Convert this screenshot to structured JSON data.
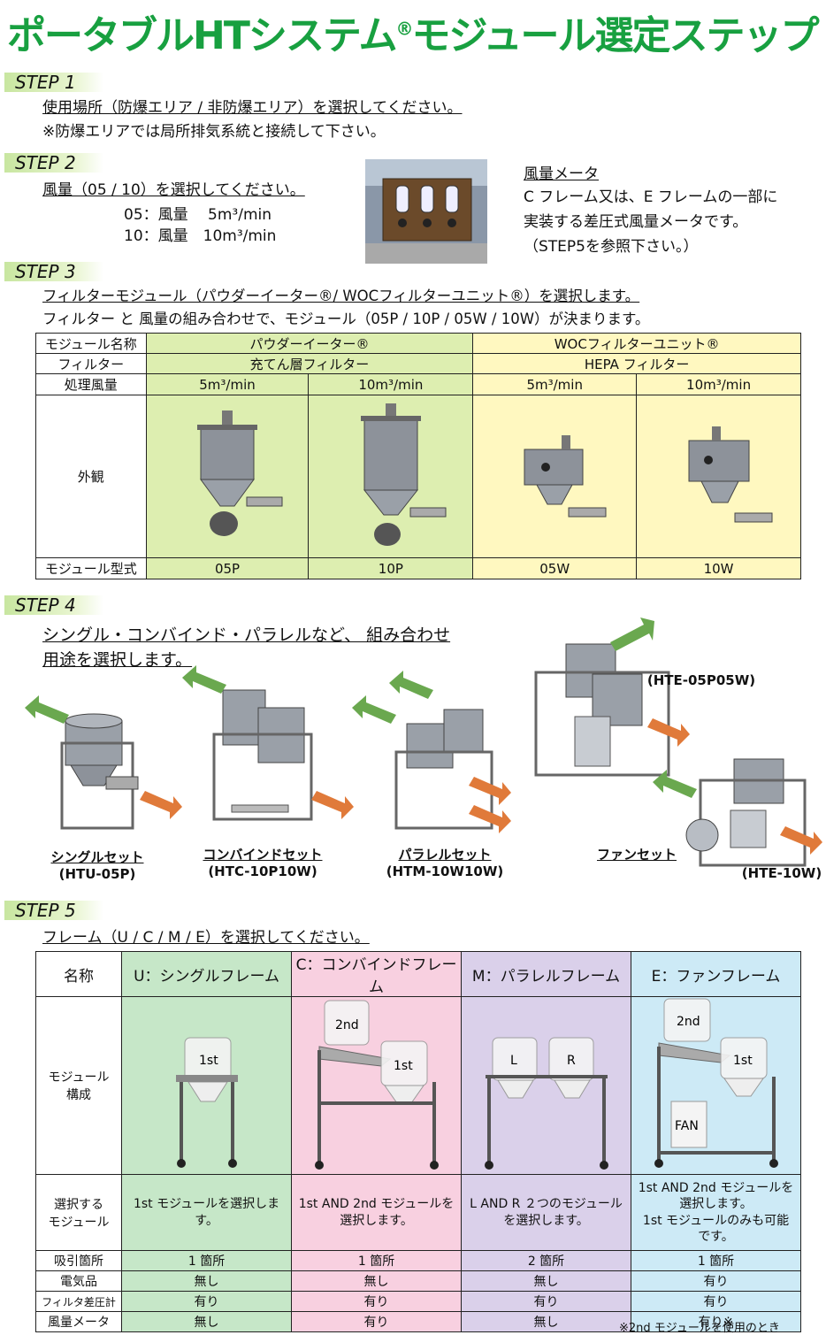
{
  "title": "ポータブルHTシステム",
  "title_reg": "®",
  "title_rest": "モジュール選定ステップ",
  "step1": {
    "label": "STEP 1",
    "line1": "使用場所（防爆エリア / 非防爆エリア）を選択してください。",
    "line2": "※防爆エリアでは局所排気系統と接続して下さい。"
  },
  "step2": {
    "label": "STEP 2",
    "line1": "風量（05 / 10）を選択してください。",
    "opt1": "05：風量　 5m³/min",
    "opt2": "10：風量　10m³/min",
    "meter_title": "風量メータ",
    "meter_l1": "C フレーム又は、E フレームの一部に",
    "meter_l2": "実装する差圧式風量メータです。",
    "meter_l3": "（STEP5を参照下さい。）"
  },
  "step3": {
    "label": "STEP 3",
    "line1": "フィルターモジュール（パウダーイーター®/ WOCフィルターユニット®）を選択します。",
    "line2": "フィルター と 風量の組み合わせで、モジュール（05P / 10P /  05W / 10W）が決まります。",
    "row_labels": [
      "モジュール名称",
      "フィルター",
      "処理風量",
      "外観",
      "モジュール型式"
    ],
    "pe_name": "パウダーイーター®",
    "woc_name": "WOCフィルターユニット®",
    "pe_filter": "充てん層フィルター",
    "woc_filter": "HEPA フィルター",
    "flows": [
      "5m³/min",
      "10m³/min",
      "5m³/min",
      "10m³/min"
    ],
    "models": [
      "05P",
      "10P",
      "05W",
      "10W"
    ]
  },
  "step4": {
    "label": "STEP 4",
    "line1": "シングル・コンバインド・パラレルなど、 組み合わせ",
    "line2": "用途を選択します。",
    "sets": [
      {
        "name": "シングルセット",
        "code": "(HTU-05P)"
      },
      {
        "name": "コンバインドセット",
        "code": "(HTC-10P10W)"
      },
      {
        "name": "パラレルセット",
        "code": "(HTM-10W10W)"
      },
      {
        "name": "ファンセット",
        "code": ""
      }
    ],
    "fan_code_top": "(HTE-05P05W)",
    "fan_code_bottom": "(HTE-10W)"
  },
  "step5": {
    "label": "STEP 5",
    "line1": "フレーム（U / C / M / E）を選択してください。",
    "header": [
      "名称",
      "U：シングルフレーム",
      "C：コンバインドフレーム",
      "M：パラレルフレーム",
      "E：ファンフレーム"
    ],
    "row_module": "モジュール\n構成",
    "row_select": "選択する\nモジュール",
    "select": [
      "1st モジュールを選択します。",
      "1st AND 2nd モジュールを選択します。",
      "L AND R ２つのモジュールを選択します。",
      "1st AND 2nd モジュールを選択します。\n1st モジュールのみも可能です。"
    ],
    "tags": {
      "first": "1st",
      "second": "2nd",
      "L": "L",
      "R": "R",
      "fan": "FAN"
    },
    "rows": [
      {
        "label": "吸引箇所",
        "values": [
          "1 箇所",
          "1 箇所",
          "2 箇所",
          "1 箇所"
        ]
      },
      {
        "label": "電気品",
        "values": [
          "無し",
          "無し",
          "無し",
          "有り"
        ]
      },
      {
        "label": "フィルタ差圧計",
        "values": [
          "有り",
          "有り",
          "有り",
          "有り"
        ]
      },
      {
        "label": "風量メータ",
        "values": [
          "無し",
          "有り",
          "無し",
          "有り※"
        ]
      }
    ],
    "footnote": "※2nd モジュールを使用のとき"
  },
  "colors": {
    "title": "#18a040",
    "arrow_green": "#6aa84f",
    "arrow_orange": "#e07a3a"
  },
  "icons": [
    "filter-module-illustration",
    "frame-illustration",
    "system-set-illustration",
    "flow-arrow-icon"
  ]
}
